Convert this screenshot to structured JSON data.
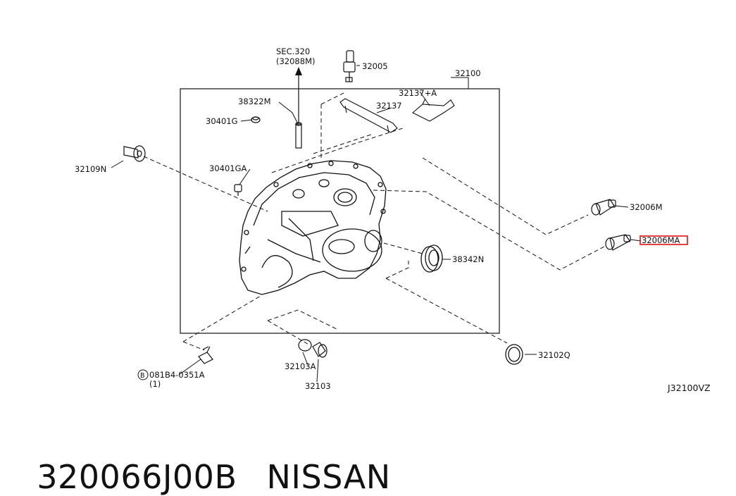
{
  "callouts": {
    "sec_ref_line1": "SEC.320",
    "sec_ref_line2": "(32088M)",
    "p32005": "32005",
    "p32100": "32100",
    "p38322M": "38322M",
    "p32137A": "32137+A",
    "p32137": "32137",
    "p30401G": "30401G",
    "p32109N": "32109N",
    "p30401GA": "30401GA",
    "p32006M": "32006M",
    "p32006MA": "32006MA",
    "p38342N": "38342N",
    "p32102Q": "32102Q",
    "p32103A": "32103A",
    "p32103": "32103",
    "bolt_code": "081B4-0351A",
    "bolt_circle_letter": "B",
    "bolt_qty": "(1)",
    "diagram_code": "J32100VZ"
  },
  "caption": {
    "part_number": "320066J00B",
    "brand": "NISSAN"
  },
  "colors": {
    "line": "#111111",
    "highlight": "#e01010"
  }
}
